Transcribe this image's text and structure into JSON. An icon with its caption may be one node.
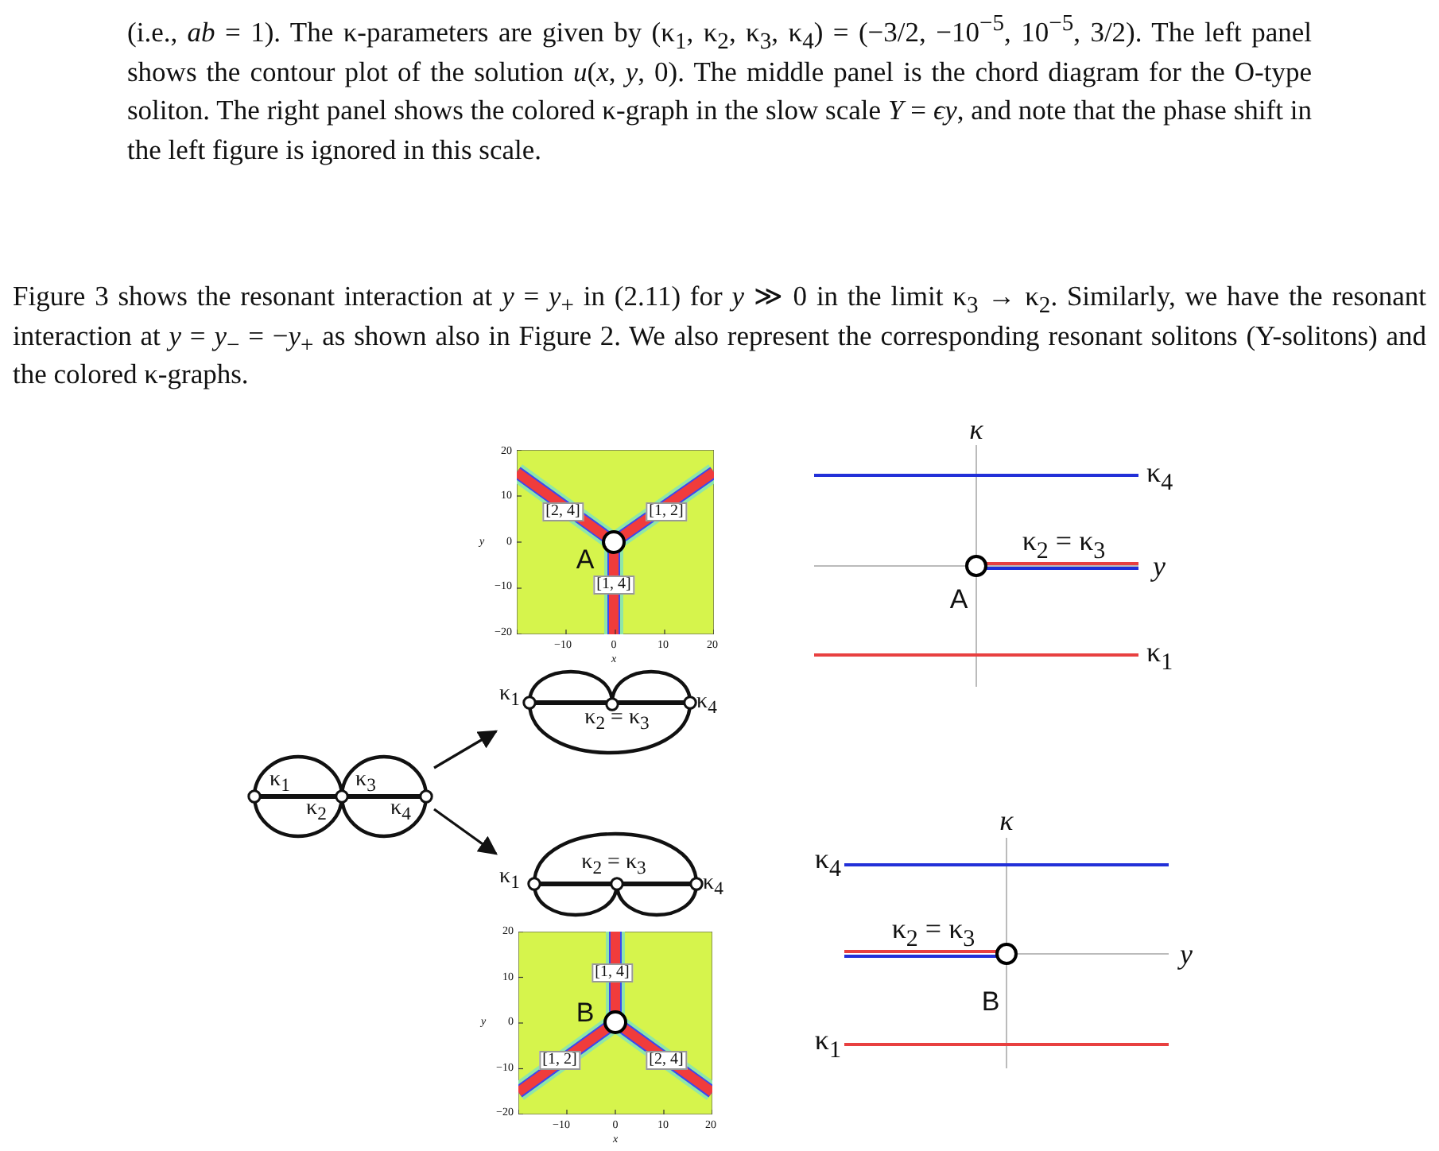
{
  "diagram": {
    "nodes": [
      {
        "text": [
          "κ$_{1}$",
          "κ$_{2}$",
          "κ$_{3}$",
          "κ$_{4}$"
        ]
      },
      {
        "text": [
          "κ$_{1}$",
          "κ$_{2}$ = κ$_{3}$",
          "κ$_{4}$"
        ]
      },
      {
        "text": [
          "κ$_{1}$",
          "κ$_{2}$ = κ$_{3}$",
          "κ$_{4}$"
        ]
      }
    ],
    "edges": [
      {
        "from": 0,
        "to": 1,
        "arrow": "to"
      },
      {
        "from": 0,
        "to": 2,
        "arrow": "to"
      }
    ],
    "labels": [
      "(i.e., *ab* = 1). The κ-parameters are given by (κ$_{1}$, κ$_{2}$, κ$_{3}$, κ$_{4}$) = (−3/2, −10$^{−5}$, 10$^{−5}$, 3/2). The left panel shows the contour plot of the solution *u*(*x*, *y*, 0). The middle panel is the chord diagram for the O-type soliton. The right panel shows the colored κ-graph in the slow scale *Y* = *ϵy*, and note that the phase shift in the left figure is ignored in this scale.",
      "Figure 3 shows the resonant interaction at *y* = *y*$_{+}$ in (2.11) for *y* ≫ 0 in the limit κ$_{3}$ → κ$_{2}$. Similarly, we have the resonant interaction at *y* = *y*$_{−}$ = −*y*$_{+}$ as shown also in Figure 2. We also represent the corresponding resonant solitons (Y-solitons) and the colored κ-graphs.",
      "20",
      "10",
      "y",
      "0",
      "−10",
      "−20",
      "−10",
      "0",
      "10",
      "20",
      "x",
      "[2, 4]",
      "[1, 2]",
      "A",
      "[1, 4]",
      "κ",
      "κ$_{4}$",
      "κ$_{2}$ = κ$_{3}$",
      "y",
      "A",
      "κ$_{1}$",
      "κ",
      "κ$_{4}$",
      "κ$_{2}$ = κ$_{3}$",
      "y",
      "B",
      "κ$_{1}$",
      "20",
      "10",
      "[1, 4]",
      "y",
      "0",
      "B",
      "−10",
      "[1, 2]",
      "[2, 4]",
      "−20",
      "−10",
      "0",
      "10",
      "20",
      "x"
    ]
  }
}
